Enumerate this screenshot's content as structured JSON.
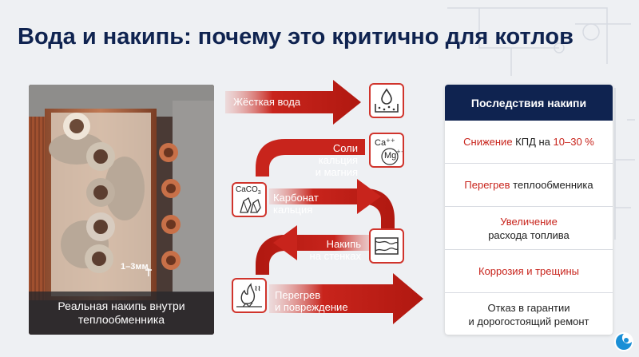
{
  "title": "Вода и накипь: почему это критично для котлов",
  "photo": {
    "label": "1–3мм",
    "caption_line1": "Реальная накипь внутри",
    "caption_line2": "теплообменника"
  },
  "flow": {
    "step1": "Жёсткая вода",
    "step2_line1": "Соли кальция",
    "step2_line2": "и магния",
    "step3_line1": "Карбонат",
    "step3_line2": "кальция",
    "step4_line1": "Накипь",
    "step4_line2": "на стенках",
    "step5_line1": "Перегрев",
    "step5_line2": "и повреждение",
    "icon_caco3": "CaCO",
    "icon_caco3_sub": "3",
    "icon_ca": "Ca",
    "icon_mg": "Mg"
  },
  "panel": {
    "header": "Последствия накипи",
    "row1_a": "Снижение",
    "row1_b": " КПД на ",
    "row1_c": "10–30 %",
    "row2_a": "Перегрев",
    "row2_b": " теплообменника",
    "row3_a": "Увеличение",
    "row3_b": "расхода топлива",
    "row4": "Коррозия и трещины",
    "row5_a": "Отказ в гарантии",
    "row5_b": "и дорогостоящий ремонт"
  },
  "colors": {
    "navy": "#0f2350",
    "red": "#c8241c",
    "bg": "#eef0f3"
  }
}
